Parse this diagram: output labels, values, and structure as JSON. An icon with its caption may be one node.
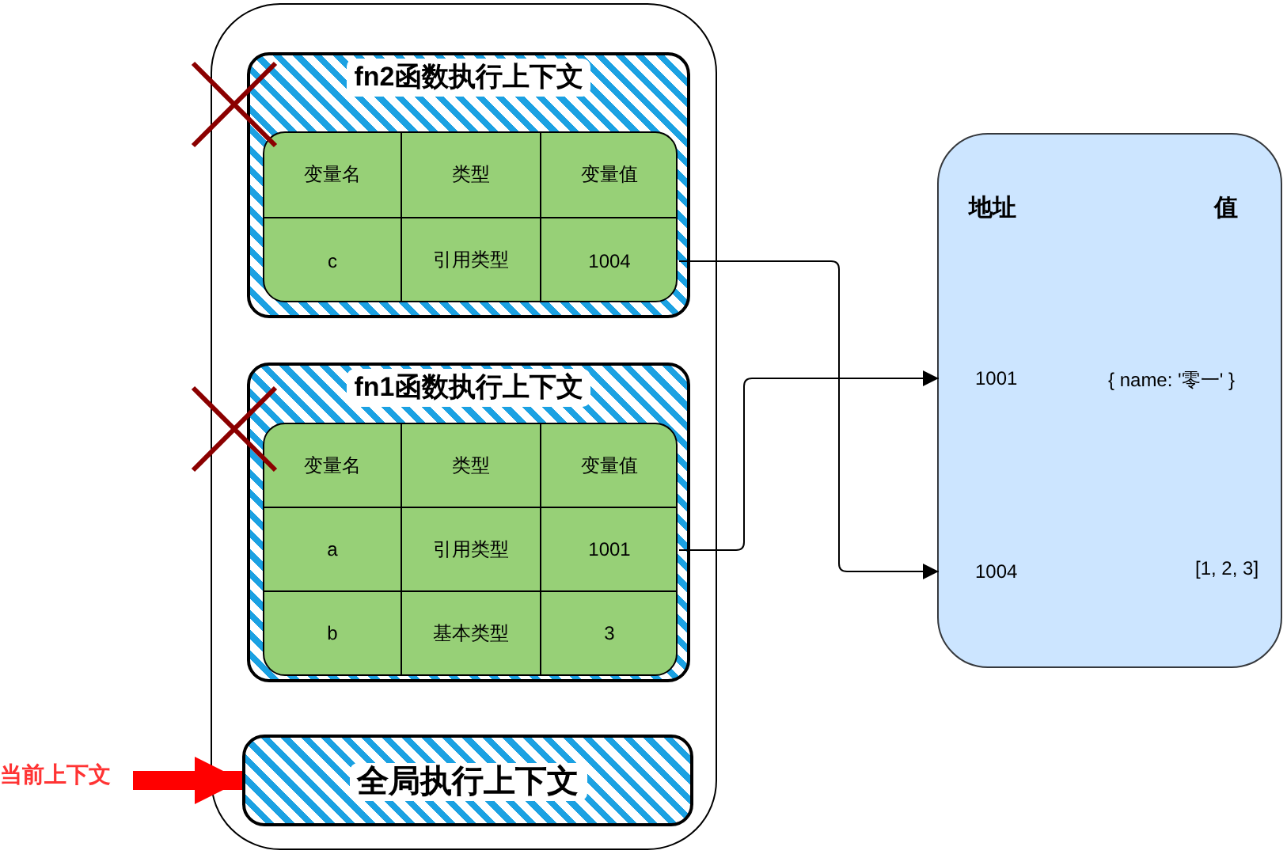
{
  "diagram": {
    "nodes": [
      {
        "text": [],
        "shape": "box"
      },
      {
        "text": [
          "fn2函数执行上下文"
        ],
        "in": 0
      },
      {
        "text": [],
        "shape": "box",
        "in": 1
      },
      {
        "text": [
          "变量名"
        ],
        "in": 2
      },
      {
        "text": [
          "类型"
        ],
        "in": 2
      },
      {
        "text": [
          "变量值"
        ],
        "in": 2
      },
      {
        "text": [
          "c"
        ],
        "in": 2
      },
      {
        "text": [
          "引用类型"
        ],
        "in": 2
      },
      {
        "text": [
          "1004"
        ],
        "in": 2
      },
      {
        "text": [
          "fn1函数执行上下文"
        ],
        "in": 0
      },
      {
        "text": [],
        "shape": "box",
        "in": 9
      },
      {
        "text": [
          "变量名"
        ],
        "in": 10
      },
      {
        "text": [
          "类型"
        ],
        "in": 10
      },
      {
        "text": [
          "变量值"
        ],
        "in": 10
      },
      {
        "text": [
          "a"
        ],
        "in": 10
      },
      {
        "text": [
          "引用类型"
        ],
        "in": 10
      },
      {
        "text": [
          "1001"
        ],
        "in": 10
      },
      {
        "text": [
          "b"
        ],
        "in": 10
      },
      {
        "text": [
          "基本类型"
        ],
        "in": 10
      },
      {
        "text": [
          "3"
        ],
        "in": 10
      },
      {
        "text": [
          "全局执行上下文"
        ],
        "in": 0
      },
      {
        "text": [],
        "shape": "box"
      },
      {
        "text": [
          "1001"
        ],
        "in": 21
      },
      {
        "text": [
          "1004"
        ],
        "in": 21
      },
      {
        "text": [
          "当前上下文"
        ]
      }
    ],
    "edges": [
      {
        "from": 8,
        "to": 23,
        "arrow": "to"
      },
      {
        "from": 16,
        "to": 22,
        "arrow": "to"
      },
      {
        "from": 24,
        "to": 20,
        "arrow": "to",
        "style": "thick",
        "color": "#ff0000"
      }
    ],
    "labels": [
      "地址",
      "值",
      "{ name: '零一' }",
      "[1, 2, 3]"
    ]
  }
}
